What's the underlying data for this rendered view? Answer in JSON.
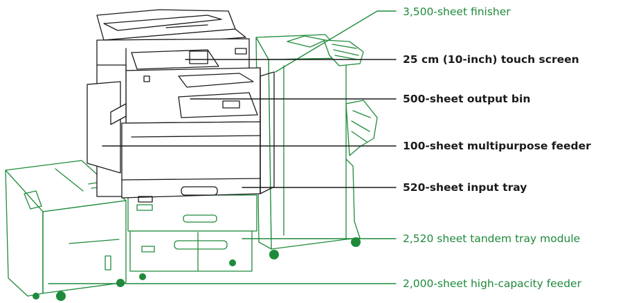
{
  "colors": {
    "accent_green": "#1e8a3a",
    "outline_black": "#1a1a1a",
    "background": "#ffffff"
  },
  "callouts": {
    "finisher": "3,500-sheet finisher",
    "touch_screen": "25 cm (10-inch) touch screen",
    "output_bin": "500-sheet output bin",
    "multipurpose_feeder": "100-sheet multipurpose feeder",
    "input_tray": "520-sheet input tray",
    "tandem_tray": "2,520 sheet tandem tray module",
    "high_capacity_feeder": "2,000-sheet high-capacity feeder"
  }
}
